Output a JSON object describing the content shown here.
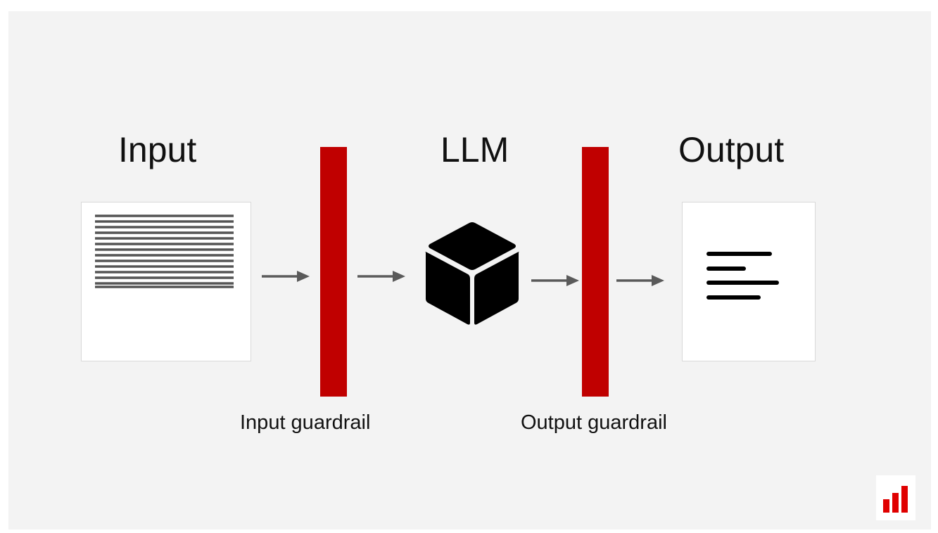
{
  "labels": {
    "input": "Input",
    "llm": "LLM",
    "output": "Output",
    "input_guardrail": "Input guardrail",
    "output_guardrail": "Output guardrail"
  },
  "colors": {
    "background": "#f3f3f3",
    "guardrail": "#c00000",
    "arrow": "#5a5a5a",
    "text_lines": "#555555",
    "cube": "#000000",
    "logo": "#e00000"
  },
  "icons": {
    "input_document": "text-lines-icon",
    "llm": "cube-icon",
    "output_document": "text-align-left-icon",
    "brand": "bar-chart-logo"
  }
}
